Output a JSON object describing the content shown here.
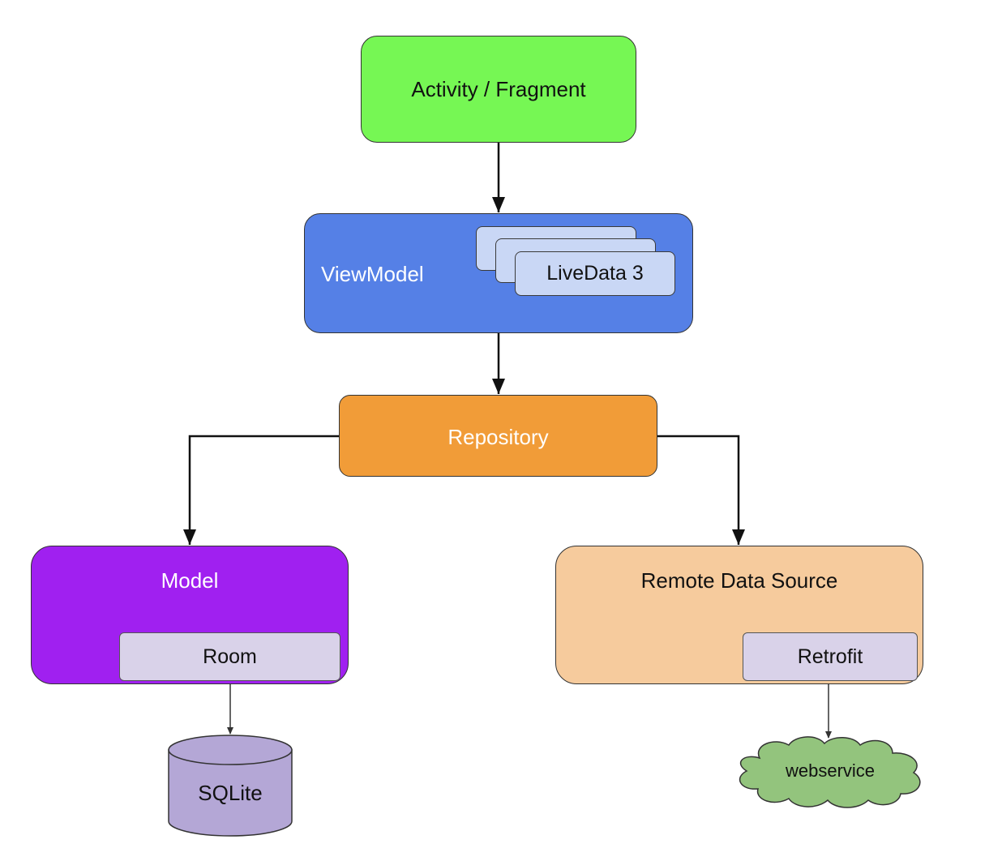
{
  "nodes": {
    "activity": "Activity / Fragment",
    "viewmodel": "ViewModel",
    "livedata": "LiveData 3",
    "repository": "Repository",
    "model": "Model",
    "room": "Room",
    "sqlite": "SQLite",
    "remote": "Remote Data Source",
    "retrofit": "Retrofit",
    "webservice": "webservice"
  },
  "colors": {
    "activity": "#76f754",
    "viewmodel": "#5580e6",
    "livedata": "#c9d7f5",
    "repository": "#f19c38",
    "model": "#a020f0",
    "remote": "#f6cb9d",
    "library": "#d9d2e9",
    "sqlite": "#b4a7d6",
    "webservice": "#93c47d"
  },
  "edges": [
    {
      "from": "Activity / Fragment",
      "to": "ViewModel"
    },
    {
      "from": "ViewModel",
      "to": "Repository"
    },
    {
      "from": "Repository",
      "to": "Model"
    },
    {
      "from": "Repository",
      "to": "Remote Data Source"
    },
    {
      "from": "Room",
      "to": "SQLite"
    },
    {
      "from": "Retrofit",
      "to": "webservice"
    }
  ]
}
